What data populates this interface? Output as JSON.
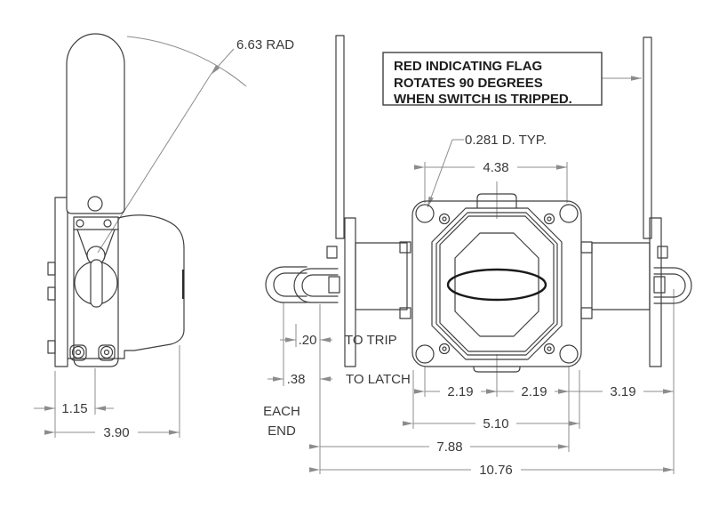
{
  "drawing": {
    "title_hint": "limit-switch outline drawing",
    "colors": {
      "background": "#ffffff",
      "outline": "#3f3f3f",
      "dimension_line": "#8c8c8c",
      "dimension_text": "#3a3a3a",
      "bold_feature": "#1a1a1a"
    },
    "note_box": {
      "line1": "RED INDICATING FLAG",
      "line2": "ROTATES 90 DEGREES",
      "line3": "WHEN SWITCH IS TRIPPED."
    },
    "side_view": {
      "radius_label": "6.63 RAD",
      "dim_width_inner": "1.15",
      "dim_width_overall": "3.90"
    },
    "front_view": {
      "hole_note": "0.281 D. TYP.",
      "dim_hole_spacing": "4.38",
      "dim_left_half": "2.19",
      "dim_right_half": "2.19",
      "dim_side_offset": "3.19",
      "dim_body_width": "5.10",
      "dim_mid_span": "7.88",
      "dim_overall_span": "10.76",
      "dim_trip_travel": ".20",
      "label_to_trip": "TO TRIP",
      "dim_latch_travel": ".38",
      "label_to_latch": "TO LATCH",
      "label_each": "EACH",
      "label_end": "END"
    }
  }
}
